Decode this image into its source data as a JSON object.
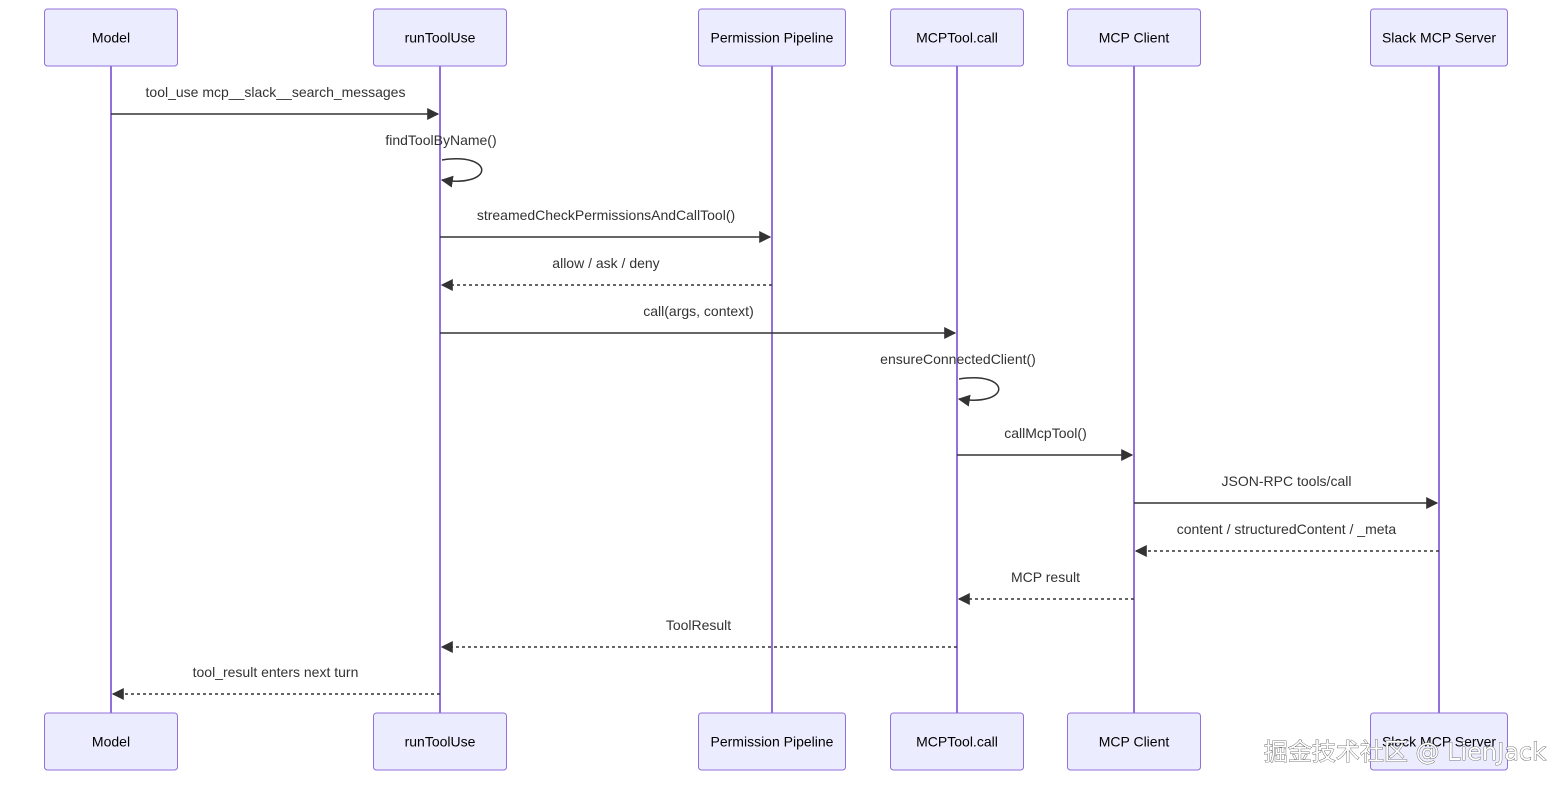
{
  "participants": [
    {
      "id": "model",
      "label": "Model"
    },
    {
      "id": "run",
      "label": "runToolUse"
    },
    {
      "id": "perm",
      "label": "Permission Pipeline"
    },
    {
      "id": "mcptool",
      "label": "MCPTool.call"
    },
    {
      "id": "client",
      "label": "MCP Client"
    },
    {
      "id": "slack",
      "label": "Slack MCP Server"
    }
  ],
  "messages": [
    {
      "from": "model",
      "to": "run",
      "label": "tool_use mcp__slack__search_messages",
      "style": "solid"
    },
    {
      "from": "run",
      "to": "run",
      "label": "findToolByName()",
      "style": "self"
    },
    {
      "from": "run",
      "to": "perm",
      "label": "streamedCheckPermissionsAndCallTool()",
      "style": "solid"
    },
    {
      "from": "perm",
      "to": "run",
      "label": "allow / ask / deny",
      "style": "dashed"
    },
    {
      "from": "run",
      "to": "mcptool",
      "label": "call(args, context)",
      "style": "solid"
    },
    {
      "from": "mcptool",
      "to": "mcptool",
      "label": "ensureConnectedClient()",
      "style": "self"
    },
    {
      "from": "mcptool",
      "to": "client",
      "label": "callMcpTool()",
      "style": "solid"
    },
    {
      "from": "client",
      "to": "slack",
      "label": "JSON-RPC tools/call",
      "style": "solid"
    },
    {
      "from": "slack",
      "to": "client",
      "label": "content / structuredContent / _meta",
      "style": "dashed"
    },
    {
      "from": "client",
      "to": "mcptool",
      "label": "MCP result",
      "style": "dashed"
    },
    {
      "from": "mcptool",
      "to": "run",
      "label": "ToolResult",
      "style": "dashed"
    },
    {
      "from": "run",
      "to": "model",
      "label": "tool_result enters next turn",
      "style": "dashed"
    }
  ],
  "watermark": "掘金技术社区 @ LienJack",
  "colors": {
    "actor_fill": "#ECECFF",
    "actor_stroke": "#9370DB",
    "line": "#333333"
  }
}
